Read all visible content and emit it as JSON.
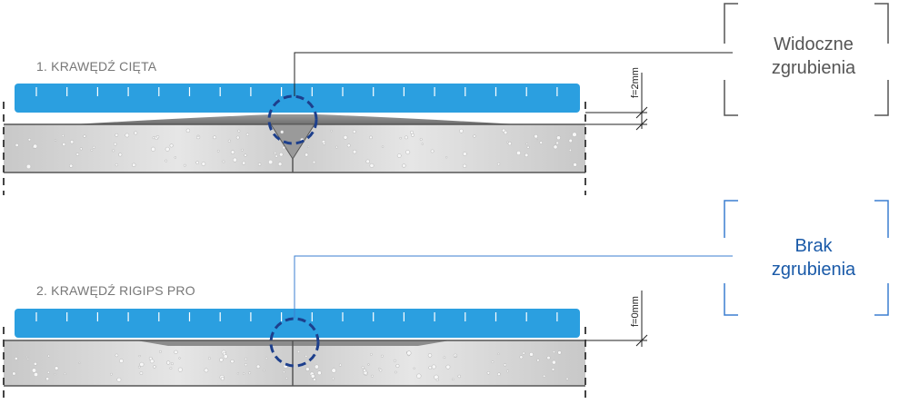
{
  "colors": {
    "ruler_blue": "#2b9fe0",
    "board_gray": "#d9d9d9",
    "joint_gray": "#8c8c8c",
    "circle_navy": "#1d3f8c",
    "callout_gray": "#555555",
    "callout_blue": "#1a5aa8",
    "bracket_blue": "#3b7fd0"
  },
  "sections": [
    {
      "label": "1. KRAWĘDŹ CIĘTA",
      "measurement": "f=2mm",
      "callout": {
        "line1": "Widoczne",
        "line2": "zgrubienia"
      }
    },
    {
      "label": "2. KRAWĘDŹ RIGIPS PRO",
      "measurement": "f=0mm",
      "callout": {
        "line1": "Brak",
        "line2": "zgrubienia"
      }
    }
  ]
}
